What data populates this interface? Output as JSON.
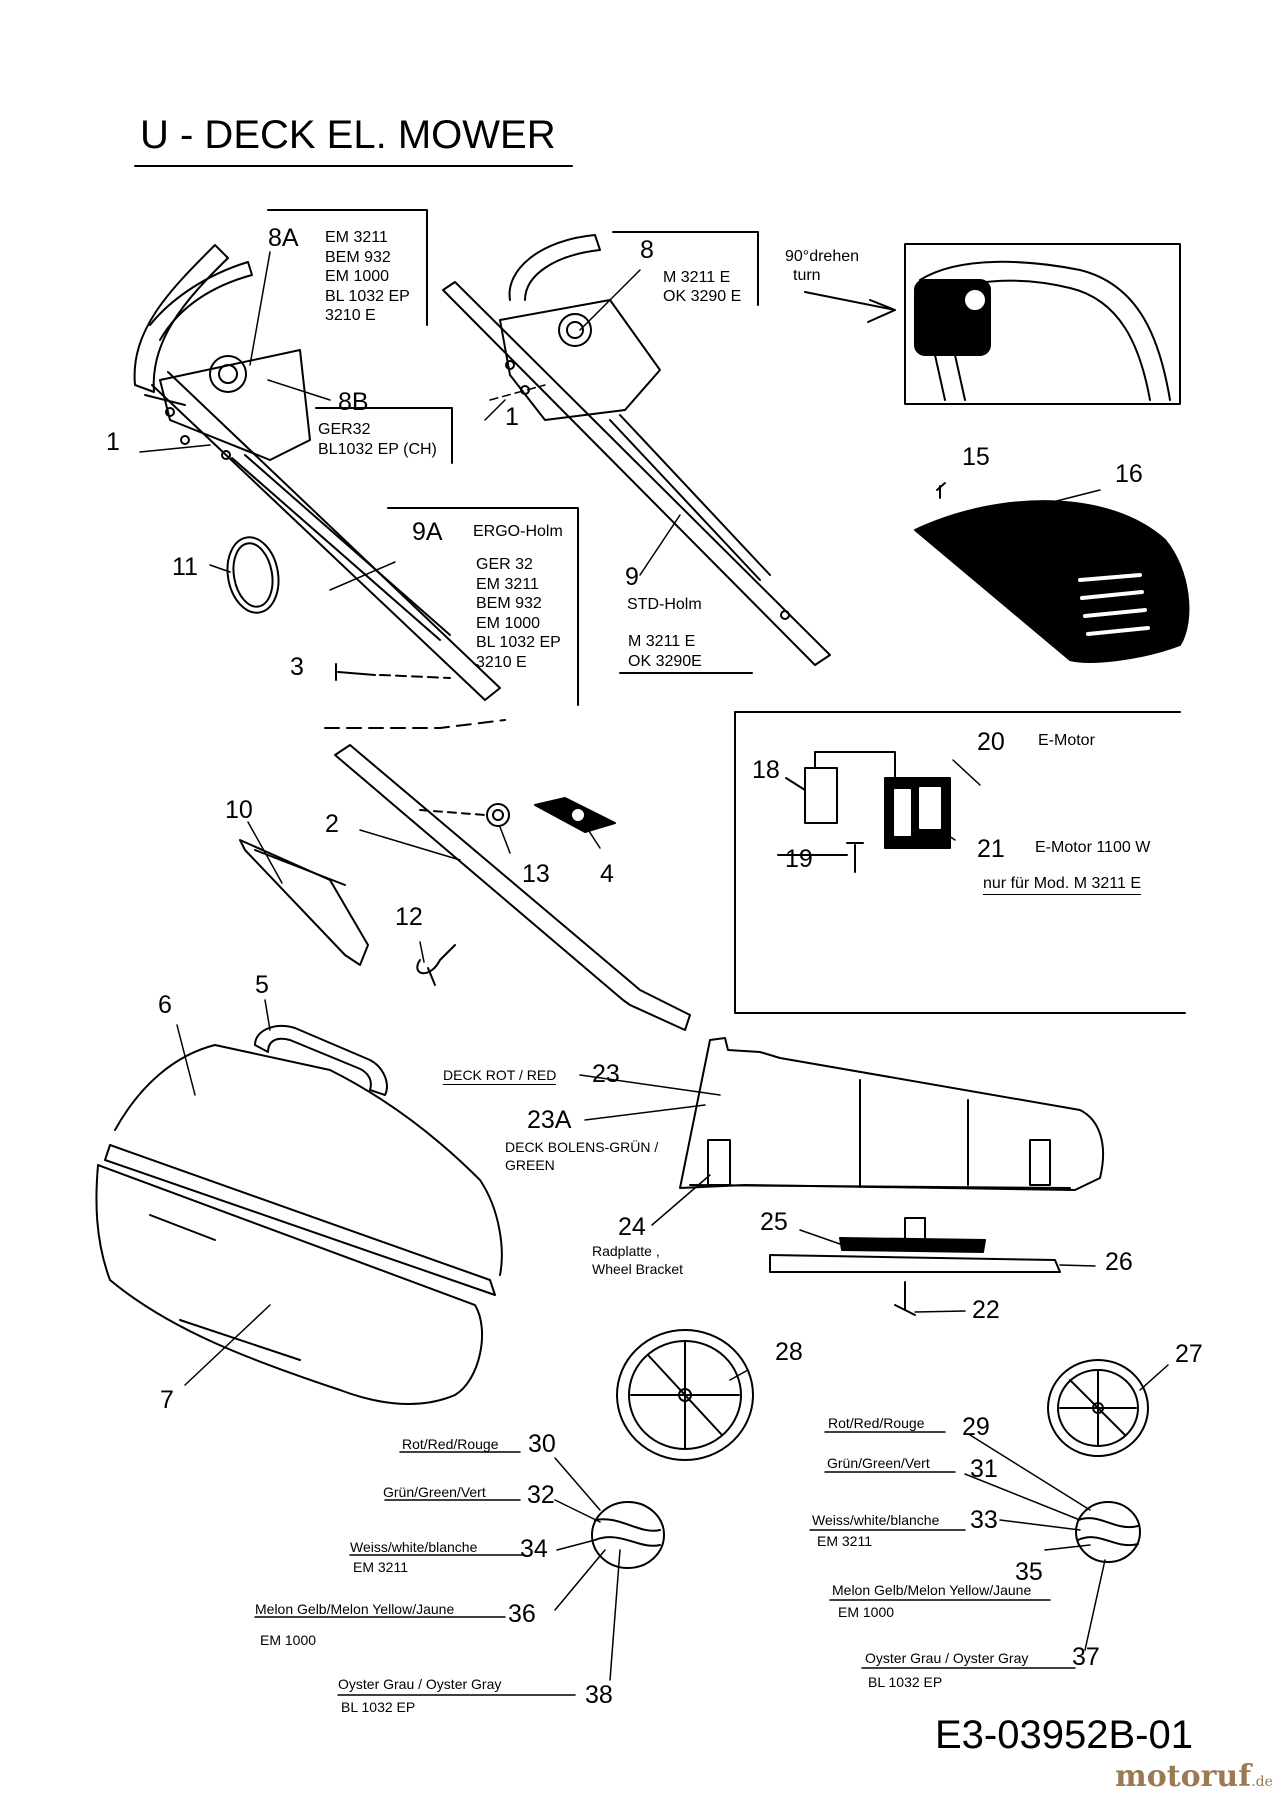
{
  "title": "U - DECK  EL. MOWER",
  "drawing_code": "E3-03952B-01",
  "watermark": {
    "brand": "motoruf",
    "suffix": ".de"
  },
  "parts": [
    {
      "ref": "1a",
      "label": "1"
    },
    {
      "ref": "1b",
      "label": "1"
    },
    {
      "ref": "2",
      "label": "2"
    },
    {
      "ref": "3",
      "label": "3"
    },
    {
      "ref": "4",
      "label": "4"
    },
    {
      "ref": "5",
      "label": "5"
    },
    {
      "ref": "6",
      "label": "6"
    },
    {
      "ref": "7",
      "label": "7"
    },
    {
      "ref": "8",
      "label": "8"
    },
    {
      "ref": "8A",
      "label": "8A"
    },
    {
      "ref": "8B",
      "label": "8B"
    },
    {
      "ref": "9",
      "label": "9"
    },
    {
      "ref": "9A",
      "label": "9A"
    },
    {
      "ref": "10",
      "label": "10"
    },
    {
      "ref": "11",
      "label": "11"
    },
    {
      "ref": "12",
      "label": "12"
    },
    {
      "ref": "13",
      "label": "13"
    },
    {
      "ref": "15",
      "label": "15"
    },
    {
      "ref": "16",
      "label": "16"
    },
    {
      "ref": "18",
      "label": "18"
    },
    {
      "ref": "19",
      "label": "19"
    },
    {
      "ref": "20",
      "label": "20"
    },
    {
      "ref": "21",
      "label": "21"
    },
    {
      "ref": "22",
      "label": "22"
    },
    {
      "ref": "23",
      "label": "23"
    },
    {
      "ref": "23A",
      "label": "23A"
    },
    {
      "ref": "24",
      "label": "24"
    },
    {
      "ref": "25",
      "label": "25"
    },
    {
      "ref": "26",
      "label": "26"
    },
    {
      "ref": "27",
      "label": "27"
    },
    {
      "ref": "28",
      "label": "28"
    },
    {
      "ref": "29",
      "label": "29"
    },
    {
      "ref": "30",
      "label": "30"
    },
    {
      "ref": "31",
      "label": "31"
    },
    {
      "ref": "32",
      "label": "32"
    },
    {
      "ref": "33",
      "label": "33"
    },
    {
      "ref": "34",
      "label": "34"
    },
    {
      "ref": "35",
      "label": "35"
    },
    {
      "ref": "36",
      "label": "36"
    },
    {
      "ref": "37",
      "label": "37"
    },
    {
      "ref": "38",
      "label": "38"
    }
  ],
  "notes": {
    "models_8a": [
      "EM 3211",
      "BEM 932",
      "EM 1000",
      "BL 1032 EP",
      "3210 E"
    ],
    "models_8": [
      "M 3211 E",
      "OK 3290 E"
    ],
    "models_8b": [
      "GER32",
      "BL1032 EP (CH)"
    ],
    "turn": [
      "90°drehen",
      "turn"
    ],
    "ergo_holm": "ERGO-Holm",
    "models_9a": [
      "GER 32",
      "EM 3211",
      "BEM 932",
      "EM 1000",
      "BL 1032 EP",
      "3210 E"
    ],
    "std_holm": "STD-Holm",
    "models_9": [
      "M 3211 E",
      "OK 3290E"
    ],
    "e_motor": "E-Motor",
    "e_motor_1100": "E-Motor 1100 W",
    "only_model": "nur für Mod.  M 3211 E",
    "deck_red": "DECK ROT / RED",
    "deck_green": [
      "DECK BOLENS-GRÜN /",
      "GREEN"
    ],
    "wheel_bracket": [
      "Radplatte ,",
      "Wheel Bracket"
    ],
    "color_red_left": "Rot/Red/Rouge",
    "color_green_left": "Grün/Green/Vert",
    "color_white_left": "Weiss/white/blanche",
    "model_white_left": "EM 3211",
    "color_melon_left": "Melon Gelb/Melon Yellow/Jaune",
    "model_melon_left": "EM 1000",
    "color_gray_left": "Oyster Grau / Oyster Gray",
    "model_gray_left": "BL 1032 EP",
    "color_red_right": "Rot/Red/Rouge",
    "color_green_right": "Grün/Green/Vert",
    "color_white_right": "Weiss/white/blanche",
    "model_white_right": "EM 3211",
    "color_melon_right": "Melon Gelb/Melon Yellow/Jaune",
    "model_melon_right": "EM 1000",
    "color_gray_right": "Oyster Grau / Oyster Gray",
    "model_gray_right": "BL 1032 EP"
  }
}
